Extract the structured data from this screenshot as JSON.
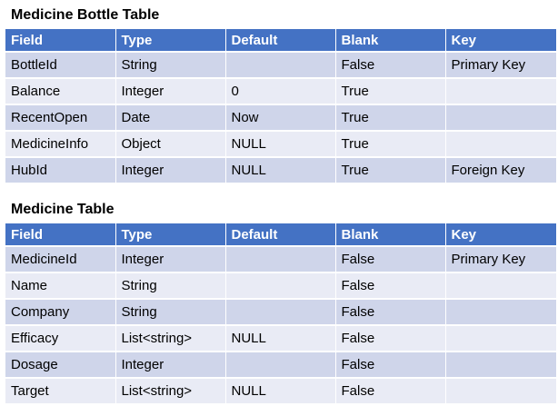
{
  "bottle_table": {
    "title": "Medicine Bottle Table",
    "headers": [
      "Field",
      "Type",
      "Default",
      "Blank",
      "Key"
    ],
    "rows": [
      [
        "BottleId",
        "String",
        "",
        "False",
        "Primary Key"
      ],
      [
        "Balance",
        "Integer",
        "0",
        "True",
        ""
      ],
      [
        "RecentOpen",
        "Date",
        "Now",
        "True",
        ""
      ],
      [
        "MedicineInfo",
        "Object",
        "NULL",
        "True",
        ""
      ],
      [
        "HubId",
        "Integer",
        "NULL",
        "True",
        "Foreign Key"
      ]
    ]
  },
  "medicine_table": {
    "title": "Medicine Table",
    "headers": [
      "Field",
      "Type",
      "Default",
      "Blank",
      "Key"
    ],
    "rows": [
      [
        "MedicineId",
        "Integer",
        "",
        "False",
        "Primary Key"
      ],
      [
        "Name",
        "String",
        "",
        "False",
        ""
      ],
      [
        "Company",
        "String",
        "",
        "False",
        ""
      ],
      [
        "Efficacy",
        "List<string>",
        "NULL",
        "False",
        ""
      ],
      [
        "Dosage",
        "Integer",
        "",
        "False",
        ""
      ],
      [
        "Target",
        "List<string>",
        "NULL",
        "False",
        ""
      ]
    ]
  },
  "colors": {
    "header_bg": "#4472c4",
    "row_odd_bg": "#cfd5ea",
    "row_even_bg": "#e9ebf5"
  }
}
